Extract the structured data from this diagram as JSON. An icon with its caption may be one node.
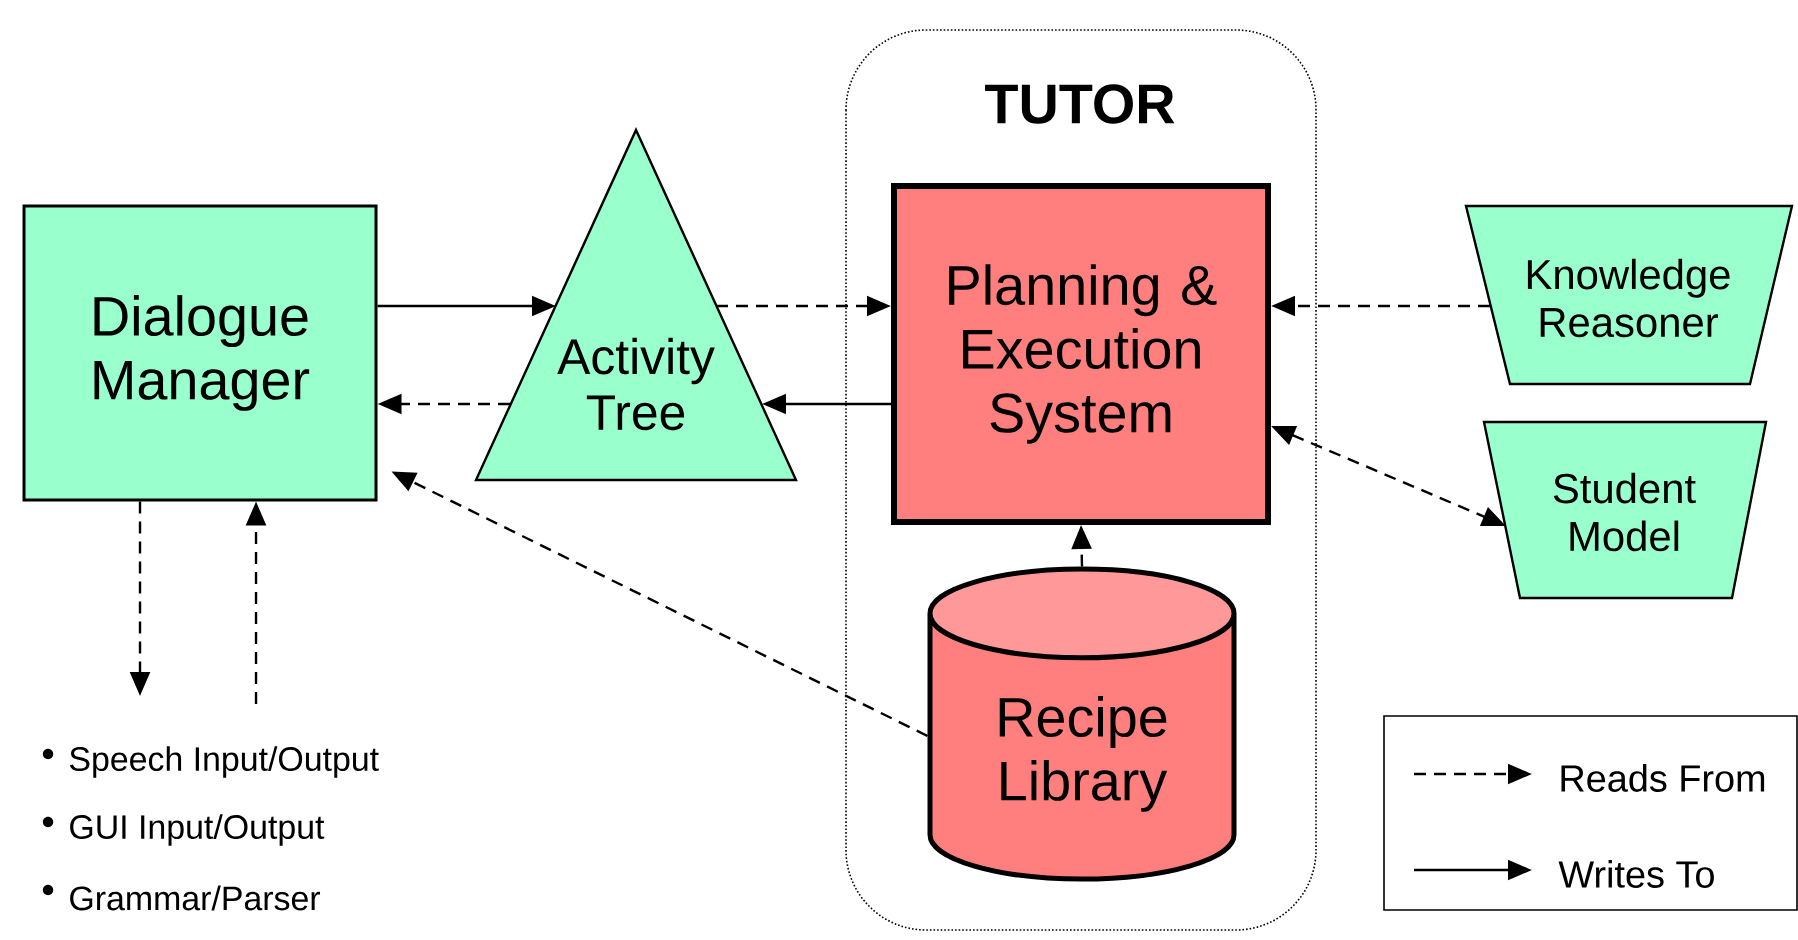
{
  "diagram": {
    "nodes": [
      {
        "text": [
          "Dialogue Manager"
        ]
      },
      {
        "text": [
          "Activity Tree"
        ]
      },
      {
        "text": [
          "TUTOR"
        ]
      },
      {
        "text": [
          "Planning & Execution System"
        ],
        "in": 2
      },
      {
        "text": [
          "Recipe Library"
        ],
        "in": 2
      },
      {
        "text": [
          "Knowledge Reasoner"
        ]
      },
      {
        "text": [
          "Student Model"
        ]
      }
    ],
    "edges": [
      {
        "from": 0,
        "to": 1,
        "arrow": "to"
      },
      {
        "from": 1,
        "to": 0,
        "arrow": "to",
        "style": "dashed"
      },
      {
        "from": 1,
        "to": 3,
        "arrow": "to",
        "style": "dashed"
      },
      {
        "from": 3,
        "to": 1,
        "arrow": "to"
      },
      {
        "from": 5,
        "to": 3,
        "arrow": "to",
        "style": "dashed"
      },
      {
        "from": 3,
        "to": 6,
        "arrow": "both",
        "style": "dashed"
      },
      {
        "from": 4,
        "to": 3,
        "arrow": "to",
        "style": "dashed"
      },
      {
        "from": 4,
        "to": 0,
        "arrow": "to",
        "style": "dashed"
      },
      {
        "from": 0,
        "to": null,
        "arrow": "to",
        "style": "dashed"
      },
      {
        "from": null,
        "to": 0,
        "arrow": "to",
        "style": "dashed"
      }
    ],
    "labels": [
      "Speech Input/Output",
      "GUI Input/Output",
      "Grammar/Parser"
    ],
    "legend": [
      {
        "text": "Reads From"
      },
      {
        "text": "Writes To"
      }
    ]
  }
}
